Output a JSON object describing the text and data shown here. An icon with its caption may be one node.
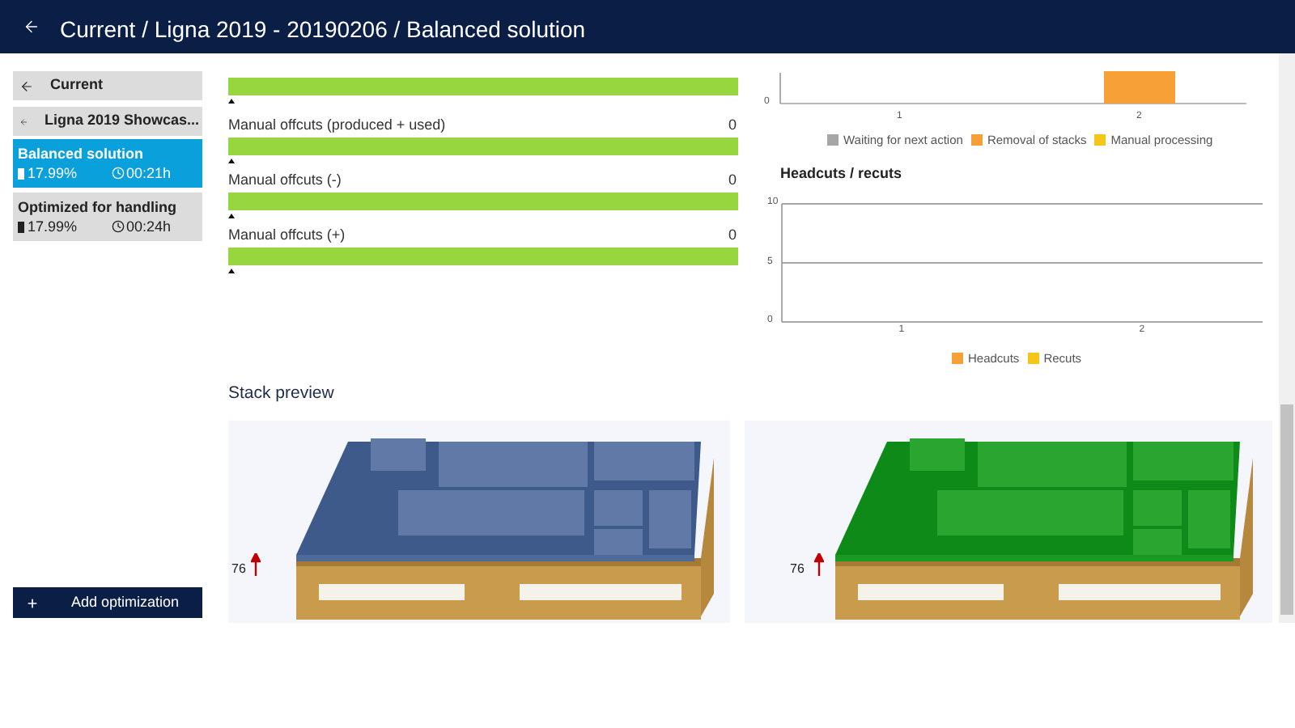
{
  "diagram": {
    "title": "Current / Ligna 2019 - 20190206 / Balanced solution",
    "nodes": [
      {
        "text": [
          "Current"
        ]
      },
      {
        "text": [
          "Ligna 2019 Showcas..."
        ]
      },
      {
        "text": [
          "Balanced solution",
          "17.99%",
          "00:21h"
        ]
      },
      {
        "text": [
          "Optimized for handling",
          "17.99%",
          "00:24h"
        ]
      },
      {
        "text": [
          "Add optimization"
        ]
      },
      {
        "text": [],
        "shape": "bar"
      },
      {
        "text": [
          "Manual offcuts (produced + used)",
          "0"
        ]
      },
      {
        "text": [
          "Manual offcuts (-)",
          "0"
        ]
      },
      {
        "text": [
          "Manual offcuts (+)",
          "0"
        ]
      }
    ],
    "labels": [
      "0",
      "1",
      "2",
      "Stack preview",
      "76",
      "76"
    ],
    "legend": [
      {
        "text": "Waiting for next action",
        "color": "#a6a6a6"
      },
      {
        "text": "Removal of stacks",
        "color": "#f7a035"
      },
      {
        "text": "Manual processing",
        "color": "#f5c518"
      }
    ],
    "chart_data": {
      "type": "bar",
      "title": "Headcuts / recuts",
      "categories": [
        "1",
        "2"
      ],
      "yticks": [
        0,
        5,
        10
      ],
      "ylim": [
        0,
        10
      ],
      "series": [
        {
          "name": "Headcuts",
          "color": "#f7a035",
          "values": [
            0,
            0
          ]
        },
        {
          "name": "Recuts",
          "color": "#f5c518",
          "values": [
            0,
            0
          ]
        }
      ]
    }
  }
}
